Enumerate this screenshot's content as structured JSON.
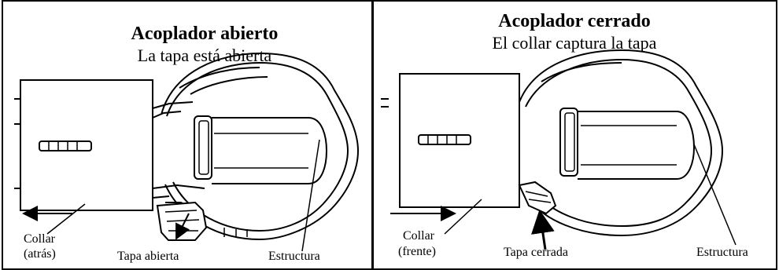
{
  "left_panel": {
    "title": "Acoplador abierto",
    "subtitle": "La tapa está abierta",
    "label_collar_line1": "Collar",
    "label_collar_line2": "(atrás)",
    "label_lid": "Tapa abierta",
    "label_structure": "Estructura"
  },
  "right_panel": {
    "title": "Acoplador cerrado",
    "subtitle": "El collar captura la tapa",
    "label_collar_line1": "Collar",
    "label_collar_line2": "(frente)",
    "label_lid": "Tapa cerrada",
    "label_structure": "Estructura"
  }
}
